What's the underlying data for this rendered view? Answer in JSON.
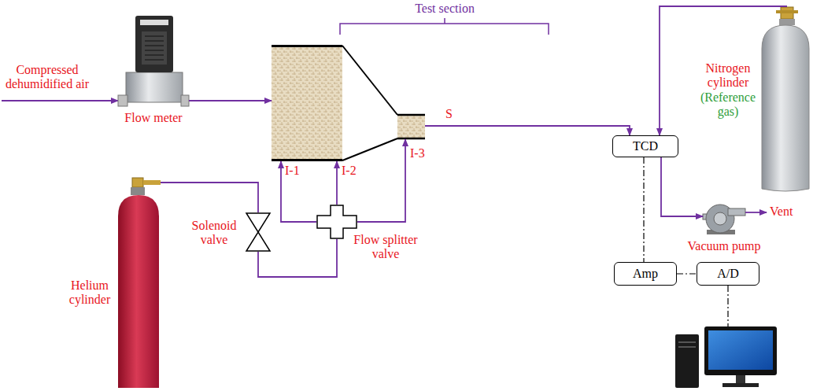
{
  "diagram": {
    "nodes": [
      {
        "text": [
          "Flow meter"
        ]
      },
      {
        "text": [
          "Test section"
        ]
      },
      {
        "text": [
          "Helium cylinder"
        ]
      },
      {
        "text": [
          "Solenoid valve"
        ]
      },
      {
        "text": [
          "Flow splitter valve"
        ]
      },
      {
        "text": [
          "TCD"
        ]
      },
      {
        "text": [
          "Nitrogen cylinder",
          "(Reference gas)"
        ]
      },
      {
        "text": [
          "Vacuum pump"
        ]
      },
      {
        "text": [
          "Amp"
        ]
      },
      {
        "text": [
          "A/D"
        ]
      }
    ],
    "edges": [
      {
        "from": 0,
        "to": 1,
        "arrow": "to"
      },
      {
        "from": 2,
        "to": 3,
        "arrow": "none"
      },
      {
        "from": 3,
        "to": 4,
        "arrow": "none"
      },
      {
        "from": 4,
        "to": 1,
        "label": "I-1",
        "arrow": "to"
      },
      {
        "from": 4,
        "to": 1,
        "label": "I-2",
        "arrow": "to"
      },
      {
        "from": 4,
        "to": 1,
        "label": "I-3",
        "arrow": "to"
      },
      {
        "from": 1,
        "to": 5,
        "label": "S",
        "arrow": "to"
      },
      {
        "from": 6,
        "to": 5,
        "arrow": "to"
      },
      {
        "from": 5,
        "to": 7,
        "arrow": "to"
      },
      {
        "from": 5,
        "to": 8,
        "arrow": "none"
      },
      {
        "from": 8,
        "to": 9,
        "arrow": "none"
      }
    ],
    "labels": [
      "Compressed dehumidified air",
      "Vent"
    ]
  }
}
